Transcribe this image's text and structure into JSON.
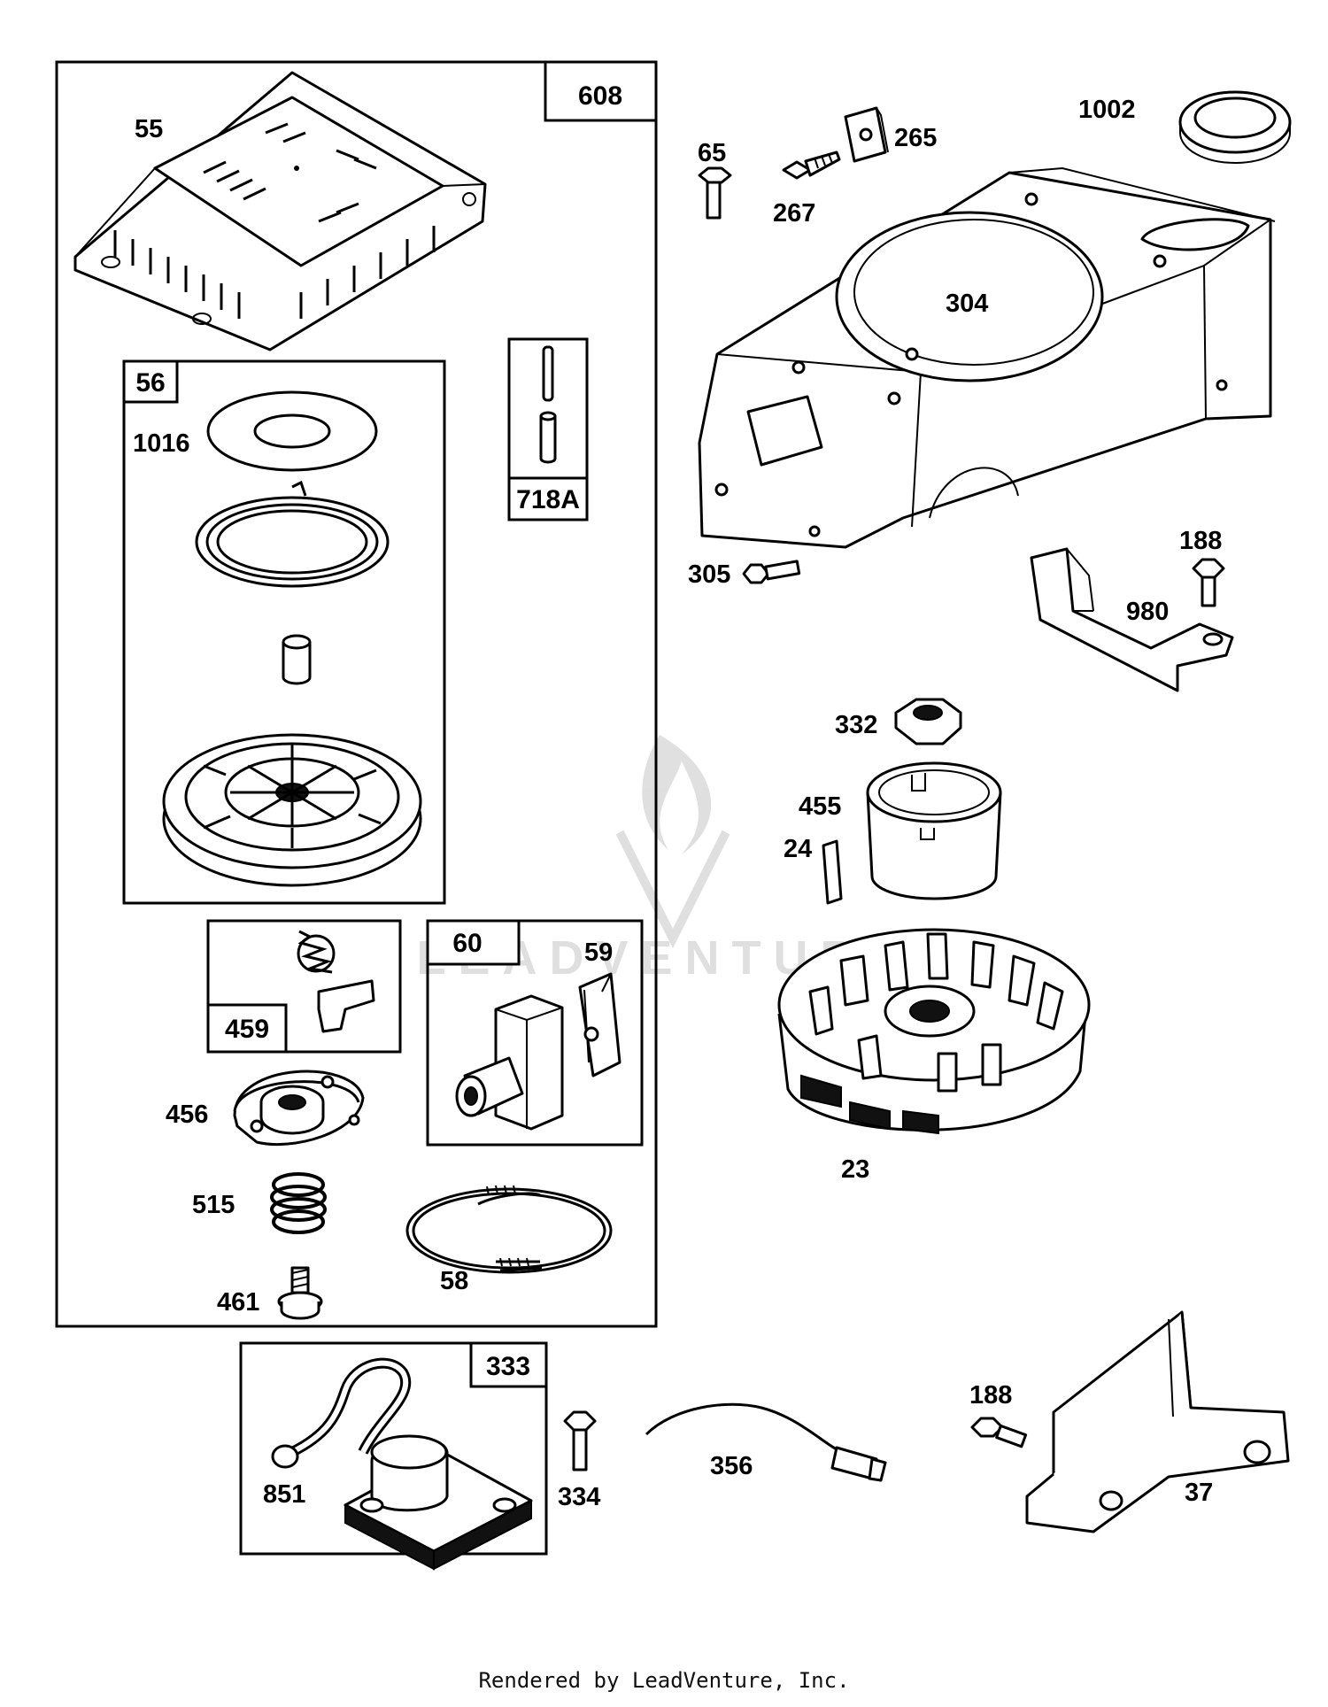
{
  "footer": "Rendered by LeadVenture, Inc.",
  "watermark": "LEADVENTURE",
  "kits": {
    "k608": "608",
    "k56": "56",
    "k718a": "718A",
    "k459": "459",
    "k60": "60",
    "k333": "333"
  },
  "parts": {
    "p55": "55",
    "p1016": "1016",
    "p456": "456",
    "p515": "515",
    "p461": "461",
    "p58": "58",
    "p59": "59",
    "p65": "65",
    "p265": "265",
    "p267": "267",
    "p1002": "1002",
    "p304": "304",
    "p305": "305",
    "p188a": "188",
    "p980": "980",
    "p332": "332",
    "p455": "455",
    "p24": "24",
    "p23": "23",
    "p851": "851",
    "p334": "334",
    "p356": "356",
    "p188b": "188",
    "p37": "37"
  }
}
